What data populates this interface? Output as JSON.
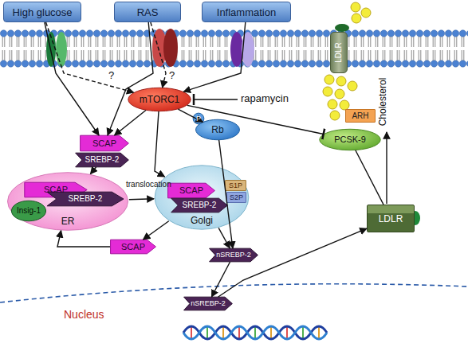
{
  "diagram": {
    "nodes": [
      {
        "text": [
          "High glucose"
        ]
      },
      {
        "text": [
          "RAS"
        ]
      },
      {
        "text": [
          "Inflammation"
        ]
      },
      {
        "text": [
          "LDLR"
        ]
      },
      {
        "text": [
          "mTORC1"
        ]
      },
      {
        "text": [
          "SCAP"
        ]
      },
      {
        "text": [
          "SREBP-2"
        ]
      },
      {
        "text": [
          "Rb"
        ]
      },
      {
        "text": [
          "P"
        ],
        "in": 7
      },
      {
        "text": [
          "ARH"
        ]
      },
      {
        "text": [
          "PCSK-9"
        ]
      },
      {
        "text": [
          "ER"
        ]
      },
      {
        "text": [
          "SCAP"
        ],
        "in": 11
      },
      {
        "text": [
          "SREBP-2"
        ],
        "in": 11
      },
      {
        "text": [
          "Insig-1"
        ],
        "in": 11
      },
      {
        "text": [
          "Golgi"
        ]
      },
      {
        "text": [
          "SCAP"
        ],
        "in": 15
      },
      {
        "text": [
          "SREBP-2"
        ],
        "in": 15
      },
      {
        "text": [
          "S1P"
        ],
        "in": 15
      },
      {
        "text": [
          "S2P"
        ],
        "in": 15
      },
      {
        "text": [
          "LDLR"
        ]
      },
      {
        "text": [
          "SCAP"
        ]
      },
      {
        "text": [
          "nSREBP-2"
        ]
      },
      {
        "text": [
          "nSREBP-2"
        ]
      }
    ],
    "edges": [
      {
        "from": 0,
        "to": 5,
        "arrow": "to"
      },
      {
        "from": 0,
        "to": 4,
        "label": "?",
        "arrow": "to"
      },
      {
        "from": 1,
        "to": 5,
        "arrow": "to"
      },
      {
        "from": 1,
        "to": 4,
        "label": "?",
        "arrow": "to"
      },
      {
        "from": 2,
        "to": 4,
        "arrow": "to"
      },
      {
        "from": 4,
        "to": 5,
        "arrow": "to"
      },
      {
        "from": 4,
        "to": 15,
        "arrow": "to"
      },
      {
        "from": 4,
        "to": 7,
        "arrow": "to"
      },
      {
        "from": 4,
        "to": 10,
        "arrow": "to"
      },
      {
        "from": 6,
        "to": 11,
        "arrow": "to"
      },
      {
        "from": 11,
        "to": 15,
        "label": "translocation",
        "arrow": "to"
      },
      {
        "from": 15,
        "to": 21,
        "arrow": "to"
      },
      {
        "from": 21,
        "to": 11,
        "arrow": "to"
      },
      {
        "from": 7,
        "to": 22,
        "arrow": "to"
      },
      {
        "from": 15,
        "to": 22,
        "arrow": "to"
      },
      {
        "from": 22,
        "to": 23,
        "arrow": "to"
      },
      {
        "from": 23,
        "to": 20,
        "arrow": "to"
      },
      {
        "from": 10,
        "to": 20,
        "arrow": "none"
      }
    ],
    "labels": [
      "rapamycin",
      "Cholesterol",
      "Nucleus"
    ]
  }
}
